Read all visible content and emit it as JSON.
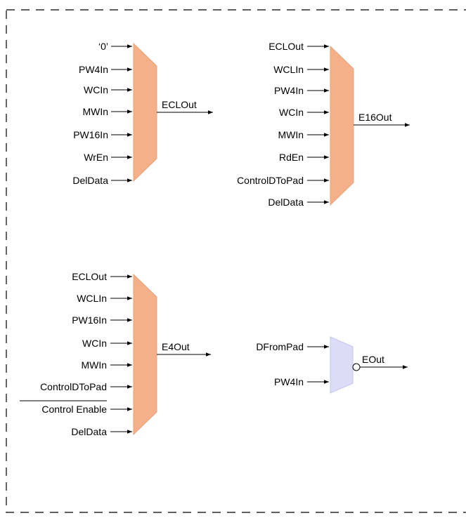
{
  "colors": {
    "mux_fill": "#f5b08a",
    "mux_stroke": "#e8a27c",
    "buffer_fill": "#dcdcf7",
    "buffer_stroke": "#c4c4ee",
    "line": "#000000",
    "border": "#000000"
  },
  "mux1": {
    "inputs": [
      "‘0’",
      "PW4In",
      "WCIn",
      "MWIn",
      "PW16In",
      "WrEn",
      "DelData"
    ],
    "output": "ECLOut"
  },
  "mux2": {
    "inputs": [
      "ECLOut",
      "WCLIn",
      "PW4In",
      "WCIn",
      "MWIn",
      "RdEn",
      "ControlDToPad",
      "DelData"
    ],
    "output": "E16Out"
  },
  "mux3": {
    "inputs": [
      "ECLOut",
      "WCLIn",
      "PW16In",
      "WCIn",
      "MWIn",
      "ControlDToPad",
      "Control Enable",
      "DelData"
    ],
    "inverted_input_index": 6,
    "output": "E4Out"
  },
  "mux4": {
    "inputs": [
      "DFromPad",
      "PW4In"
    ],
    "output": "EOut"
  }
}
